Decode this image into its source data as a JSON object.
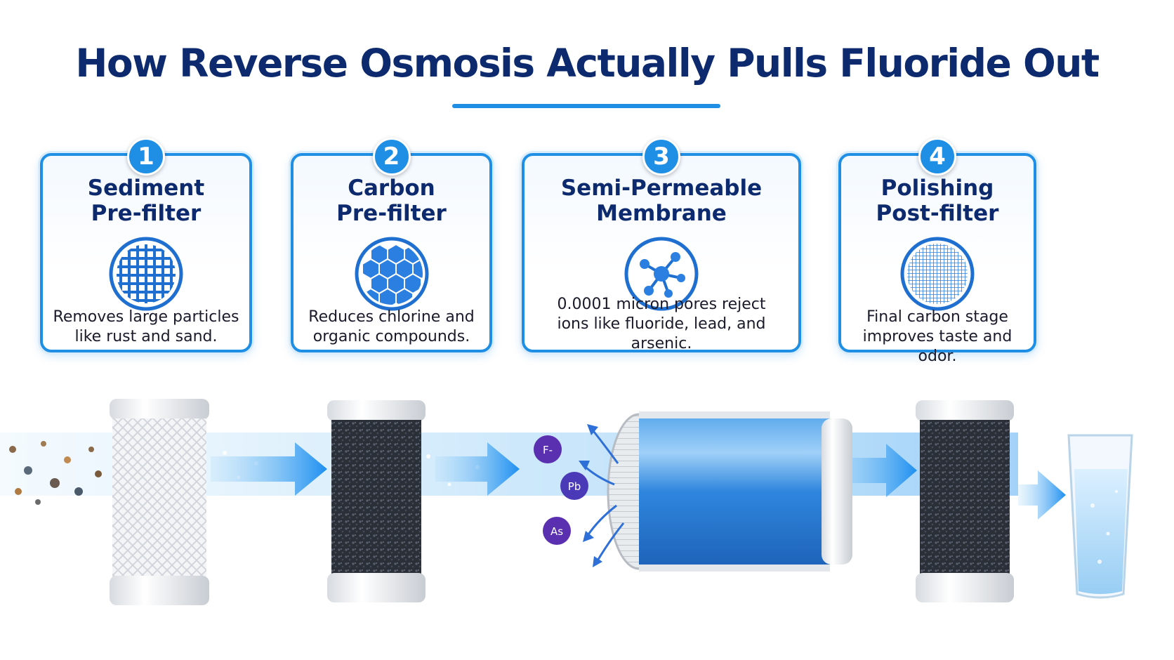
{
  "title": "How Reverse Osmosis Actually Pulls Fluoride Out",
  "stages": [
    {
      "number": "1",
      "title_lines": [
        "Sediment",
        "Pre-filter"
      ],
      "icon": "mesh-grid-icon",
      "description_lines": [
        "Removes large particles",
        "like rust and sand."
      ]
    },
    {
      "number": "2",
      "title_lines": [
        "Carbon",
        "Pre-filter"
      ],
      "icon": "honeycomb-carbon-icon",
      "description_lines": [
        "Reduces chlorine and",
        "organic compounds."
      ]
    },
    {
      "number": "3",
      "title_lines": [
        "Semi-Permeable",
        "Membrane"
      ],
      "icon": "molecule-icon",
      "description_lines": [
        "0.0001 micron pores reject",
        "ions like fluoride, lead, and",
        "arsenic."
      ]
    },
    {
      "number": "4",
      "title_lines": [
        "Polishing",
        "Post-filter"
      ],
      "icon": "fine-mesh-icon",
      "description_lines": [
        "Final carbon stage",
        "improves taste and odor."
      ]
    }
  ],
  "ions": [
    {
      "label": "F-"
    },
    {
      "label": "Pb"
    },
    {
      "label": "As"
    }
  ],
  "colors": {
    "title": "#0d2a6e",
    "accent": "#1f8fe6",
    "membrane": "#2f86dd",
    "carbon": "#2a2f38",
    "ion": "#5a2fb0"
  }
}
